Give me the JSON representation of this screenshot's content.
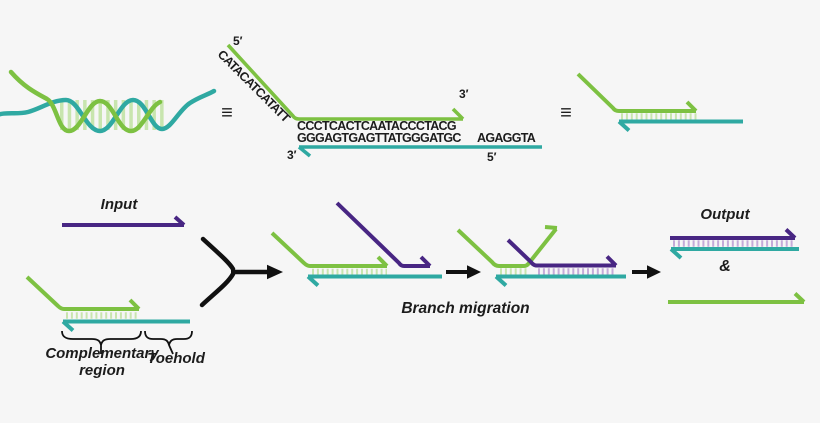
{
  "palette": {
    "green": "#7dc142",
    "pale_green": "#c8e5ae",
    "teal": "#2fa9a2",
    "purple": "#482683",
    "lavender": "#c5abd9",
    "ink": "#1c1c1c",
    "background": "#f6f6f6"
  },
  "equivalence": {
    "symbol": "≡"
  },
  "sequence_panel": {
    "overhang_sequence": "CATACATCATATT",
    "overhang_five_prime": "5′",
    "top_strand": "CCCTCACTCAATACCCTACG",
    "top_three_prime": "3′",
    "bottom_strand_paired": "GGGAGTGAGTTATGGGATGC",
    "bottom_strand_toehold": "AGAGGTA",
    "bottom_three_prime": "3′",
    "bottom_five_prime": "5′"
  },
  "reaction": {
    "input_label": "Input",
    "complementary_region_label": "Complementary region",
    "toehold_label": "Toehold",
    "branch_migration_label": "Branch migration",
    "output_label": "Output",
    "ampersand": "&"
  }
}
